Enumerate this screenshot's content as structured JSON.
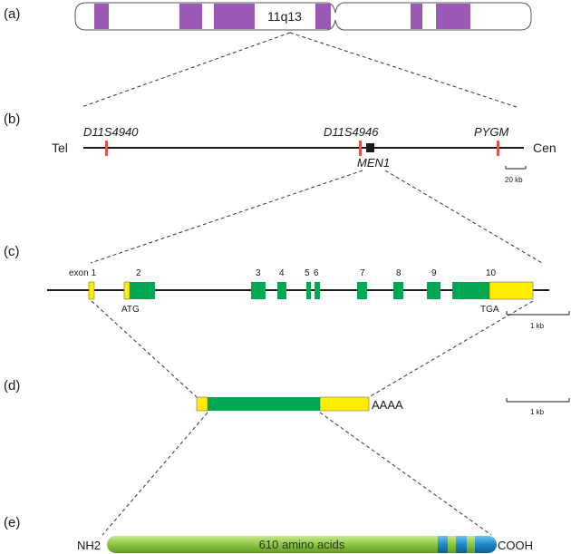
{
  "panel_labels": [
    "(a)",
    "(b)",
    "(c)",
    "(d)",
    "(e)"
  ],
  "colors": {
    "chromosome_band": "#9b59b6",
    "marker": "#d9534f",
    "gene_box": "#1a1a1a",
    "coding_exon": "#00a651",
    "utr": "#ffed00",
    "protein_green": "#8dc63f",
    "protein_blue": "#1e88c7"
  },
  "chromosome": {
    "band_label": "11q13"
  },
  "map": {
    "left_end": "Tel",
    "right_end": "Cen",
    "markers": [
      "D11S4940",
      "D11S4946",
      "PYGM"
    ],
    "gene": "MEN1",
    "scale": "20 kb"
  },
  "gene_structure": {
    "exon_labels": [
      "exon 1",
      "2",
      "3",
      "4",
      "5",
      "6",
      "7",
      "8",
      "9",
      "10"
    ],
    "start_codon": "ATG",
    "stop_codon": "TGA",
    "scale": "1 kb"
  },
  "mrna": {
    "polyA": "AAAA",
    "scale": "1 kb"
  },
  "protein": {
    "n_term": "NH2",
    "c_term": "COOH",
    "label": "610 amino acids"
  }
}
